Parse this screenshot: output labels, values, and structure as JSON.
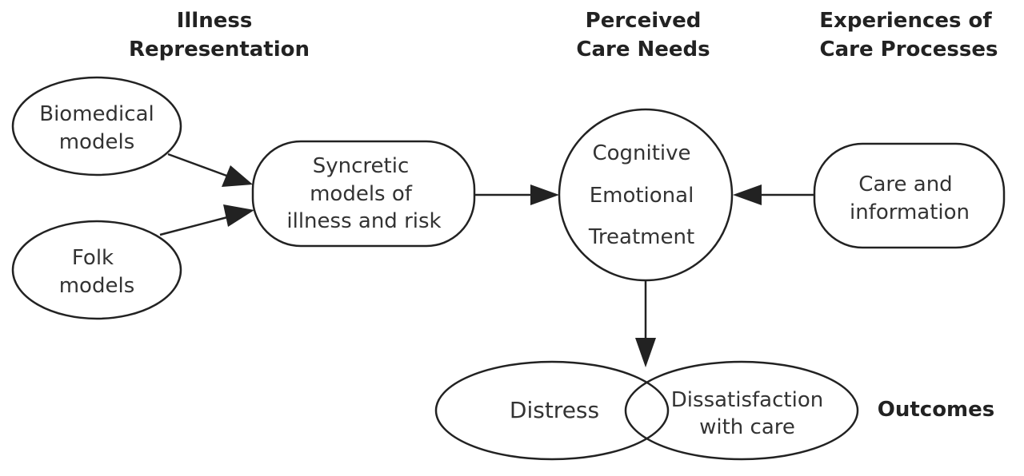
{
  "headers": {
    "illness_line1": "Illness",
    "illness_line2": "Representation",
    "perceived_line1": "Perceived",
    "perceived_line2": "Care Needs",
    "experiences_line1": "Experiences of",
    "experiences_line2": "Care Processes",
    "outcomes": "Outcomes"
  },
  "nodes": {
    "biomedical": {
      "line1": "Biomedical",
      "line2": "models"
    },
    "folk": {
      "line1": "Folk",
      "line2": "models"
    },
    "syncretic": {
      "line1": "Syncretic",
      "line2": "models of",
      "line3": "illness and risk"
    },
    "care_needs": {
      "line1": "Cognitive",
      "line2": "Emotional",
      "line3": "Treatment"
    },
    "care_info": {
      "line1": "Care and",
      "line2": "information"
    },
    "distress": {
      "label": "Distress"
    },
    "dissatisfaction": {
      "line1": "Dissatisfaction",
      "line2": "with care"
    }
  }
}
